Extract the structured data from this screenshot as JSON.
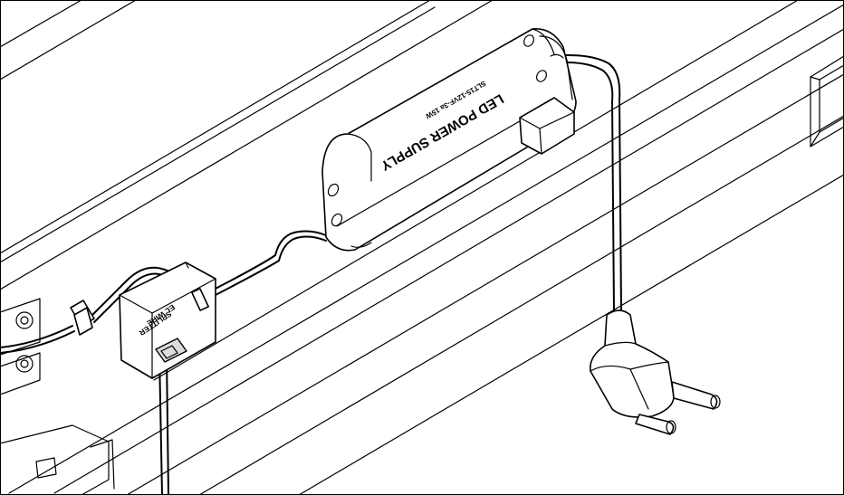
{
  "power_supply": {
    "title": "LED POWER SUPPLY",
    "model": "SLT15-12VF-3a 15W"
  },
  "splitter": {
    "line1": "EL WIRE",
    "line2": "SPLITTER"
  },
  "colors": {
    "line": "#000000",
    "background": "#ffffff",
    "shade": "#dcdcdc"
  }
}
